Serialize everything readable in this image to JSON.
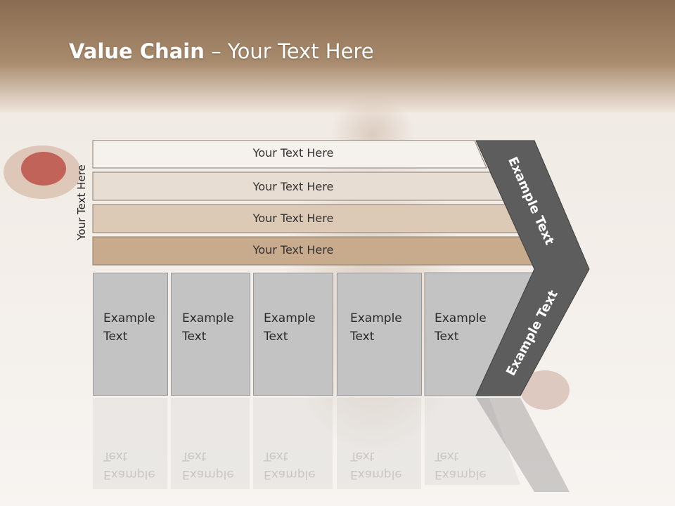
{
  "slide": {
    "title_bold": "Value Chain",
    "title_rest": " – Your Text Here",
    "side_label": "Your Text Here",
    "rows": [
      "Your Text Here",
      "Your Text Here",
      "Your Text Here",
      "Your Text Here"
    ],
    "boxes": [
      {
        "line1": "Example",
        "line2": "Text"
      },
      {
        "line1": "Example",
        "line2": "Text"
      },
      {
        "line1": "Example",
        "line2": "Text"
      },
      {
        "line1": "Example",
        "line2": "Text"
      },
      {
        "line1": "Example",
        "line2": "Text"
      }
    ],
    "chevron_top": "Example Text",
    "chevron_bottom": "Example Text"
  },
  "colors": {
    "header": "#9f7d5c",
    "row1": "#f5f1ec",
    "row2": "#e8ddd2",
    "row3": "#dccab7",
    "row4": "#c8aa8c",
    "boxes": "#c3c3c3",
    "chevron": "#5d5d5d"
  }
}
